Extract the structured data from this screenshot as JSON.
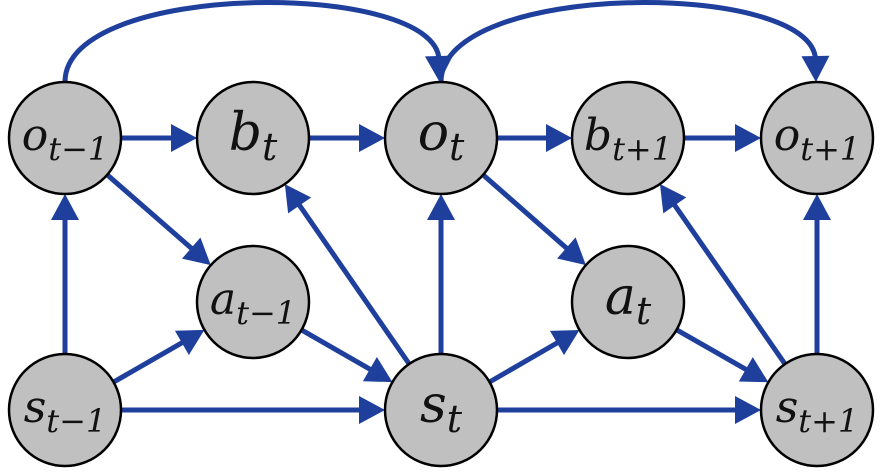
{
  "colors": {
    "node_fill": "#c0c0c0",
    "node_stroke": "#000000",
    "edge": "#1f3f9c",
    "background": "#ffffff"
  },
  "nodes": [
    {
      "id": "o_tm1",
      "base": "o",
      "sub": "t−1"
    },
    {
      "id": "b_t",
      "base": "b",
      "sub": "t"
    },
    {
      "id": "o_t",
      "base": "o",
      "sub": "t"
    },
    {
      "id": "b_tp1",
      "base": "b",
      "sub": "t+1"
    },
    {
      "id": "o_tp1",
      "base": "o",
      "sub": "t+1"
    },
    {
      "id": "a_tm1",
      "base": "a",
      "sub": "t−1"
    },
    {
      "id": "a_t",
      "base": "a",
      "sub": "t"
    },
    {
      "id": "s_tm1",
      "base": "s",
      "sub": "t−1"
    },
    {
      "id": "s_t",
      "base": "s",
      "sub": "t"
    },
    {
      "id": "s_tp1",
      "base": "s",
      "sub": "t+1"
    }
  ],
  "edges": [
    {
      "from": "o_tm1",
      "to": "b_t"
    },
    {
      "from": "b_t",
      "to": "o_t"
    },
    {
      "from": "o_t",
      "to": "b_tp1"
    },
    {
      "from": "b_tp1",
      "to": "o_tp1"
    },
    {
      "from": "o_tm1",
      "to": "o_t",
      "curved": true
    },
    {
      "from": "o_t",
      "to": "o_tp1",
      "curved": true
    },
    {
      "from": "o_tm1",
      "to": "a_tm1"
    },
    {
      "from": "o_t",
      "to": "a_t"
    },
    {
      "from": "s_tm1",
      "to": "o_tm1"
    },
    {
      "from": "s_tm1",
      "to": "a_tm1"
    },
    {
      "from": "s_tm1",
      "to": "s_t"
    },
    {
      "from": "a_tm1",
      "to": "s_t"
    },
    {
      "from": "s_t",
      "to": "b_t"
    },
    {
      "from": "s_t",
      "to": "o_t"
    },
    {
      "from": "s_t",
      "to": "a_t"
    },
    {
      "from": "s_t",
      "to": "s_tp1"
    },
    {
      "from": "a_t",
      "to": "s_tp1"
    },
    {
      "from": "s_tp1",
      "to": "b_tp1"
    },
    {
      "from": "s_tp1",
      "to": "o_tp1"
    }
  ]
}
